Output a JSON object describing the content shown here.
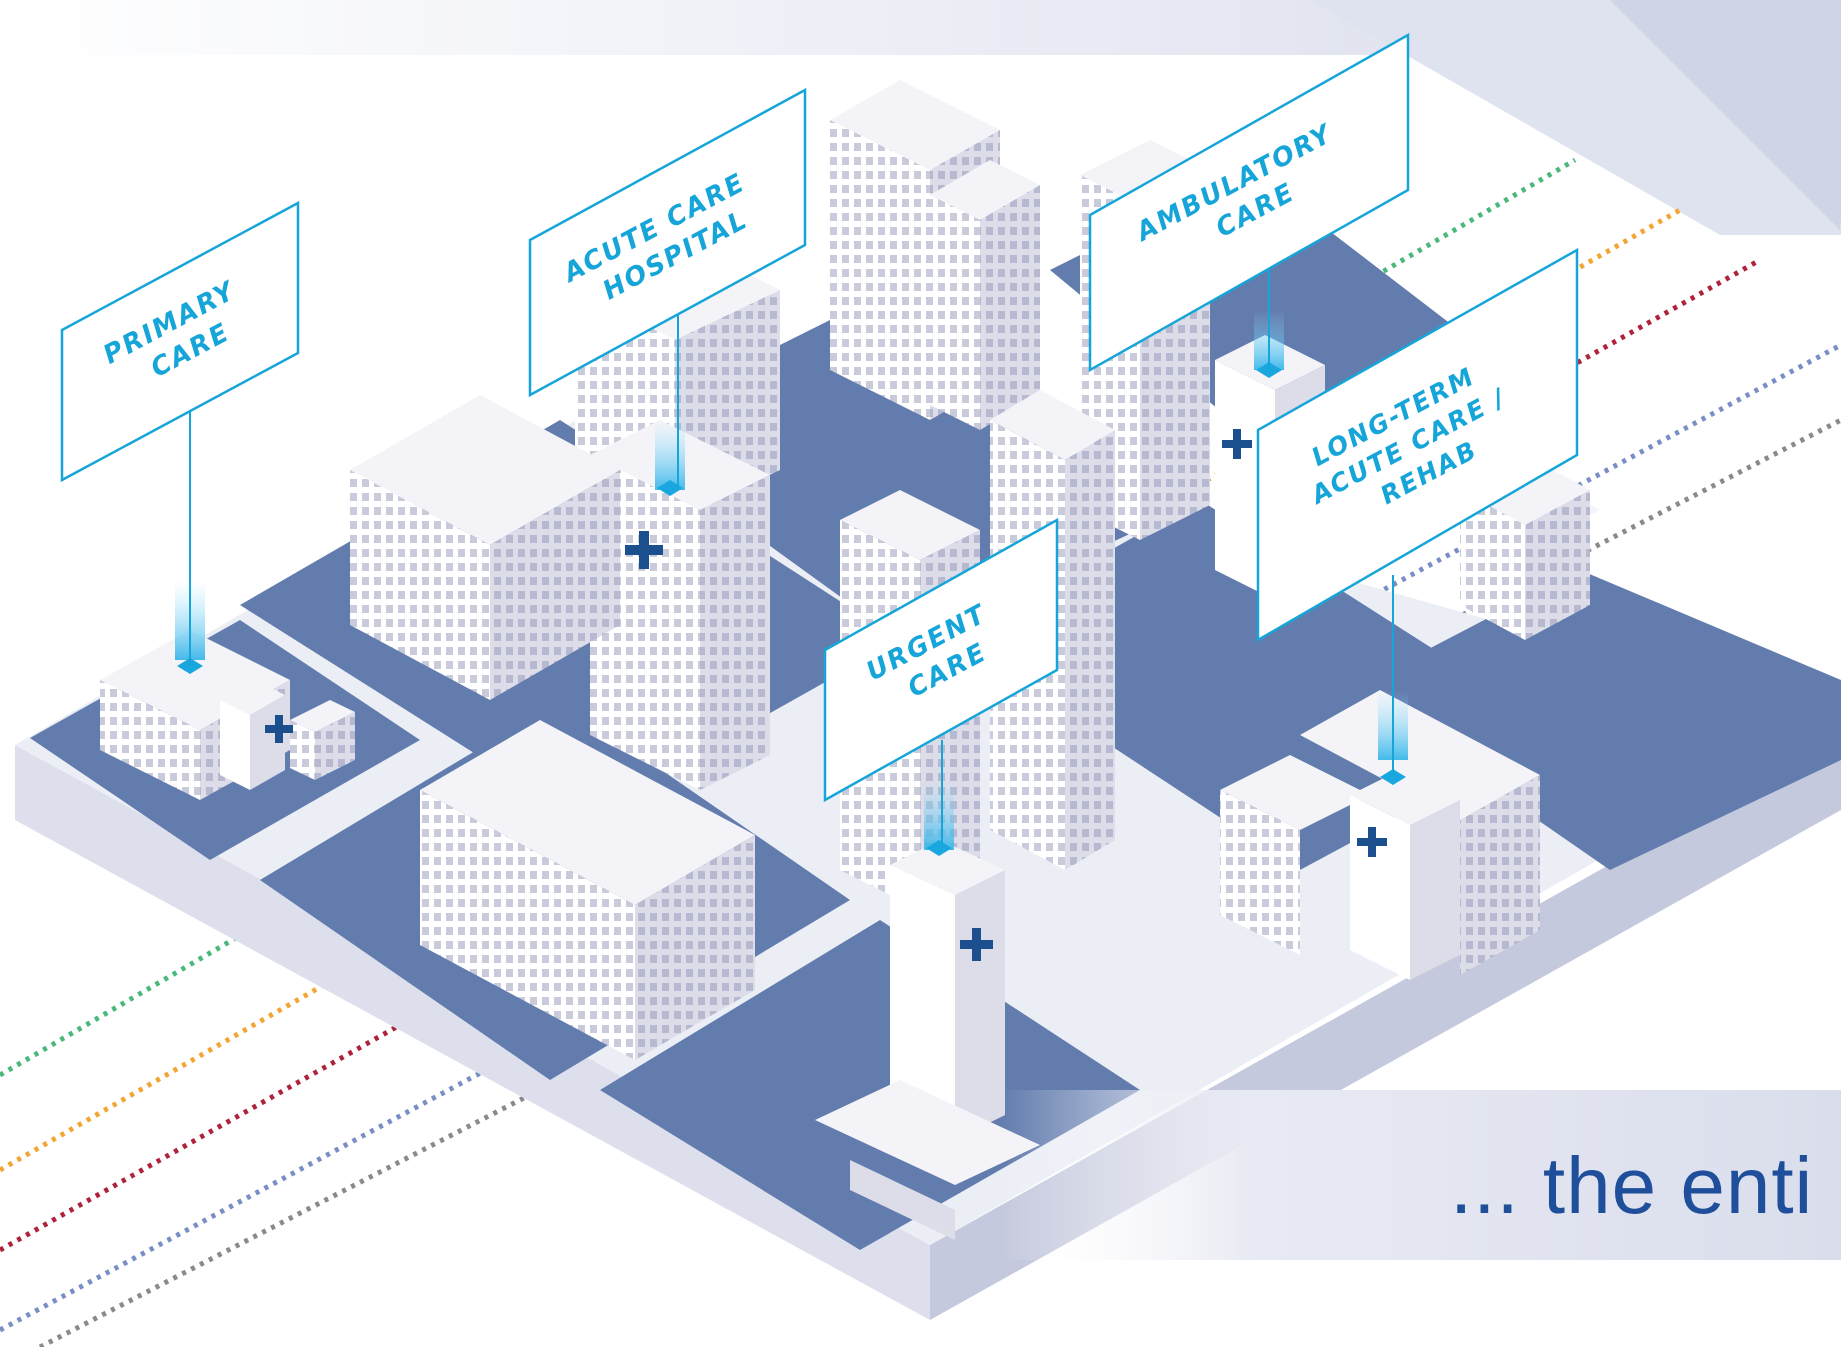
{
  "colors": {
    "accent": "#16a5d9",
    "block": "#627cae",
    "road": "#d5d6dc",
    "platform_top": "#eceef6",
    "platform_side": "#c5c9dd",
    "building_top": "#f4f4f8",
    "building_left": "#ffffff",
    "building_right": "#dcdde9",
    "cross": "#1b4f8d",
    "caption": "#1f4e9b",
    "dot_lines": [
      "#4ab77b",
      "#f2a532",
      "#b0223b",
      "#7a8ec6",
      "#8a8a8a"
    ]
  },
  "signs": [
    {
      "id": "primary",
      "lines": [
        "PRIMARY",
        "CARE"
      ]
    },
    {
      "id": "acute",
      "lines": [
        "ACUTE CARE",
        "HOSPITAL"
      ]
    },
    {
      "id": "ambulatory",
      "lines": [
        "AMBULATORY",
        "CARE"
      ]
    },
    {
      "id": "urgent",
      "lines": [
        "URGENT",
        "CARE"
      ]
    },
    {
      "id": "longterm",
      "lines": [
        "LONG-TERM",
        "ACUTE CARE /",
        "REHAB"
      ]
    }
  ],
  "caption": "... the enti",
  "icons": {
    "cross": "medical-cross-icon",
    "pin": "location-pin-icon"
  }
}
